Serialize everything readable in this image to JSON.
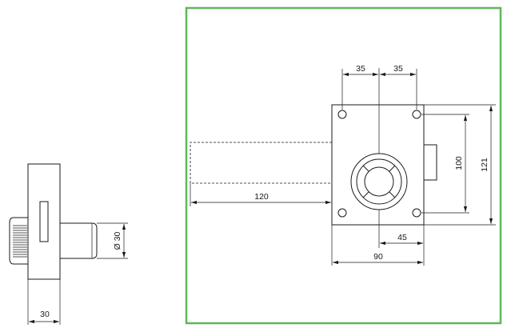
{
  "side_view": {
    "width_label": "30",
    "diameter_label": "Ø 30"
  },
  "front_view": {
    "frame_color": "#5cb85c",
    "dims": {
      "left_offset": "35",
      "right_offset": "35",
      "extension": "120",
      "hole_spacing_v": "100",
      "height": "121",
      "hub_offset": "45",
      "width": "90"
    }
  }
}
